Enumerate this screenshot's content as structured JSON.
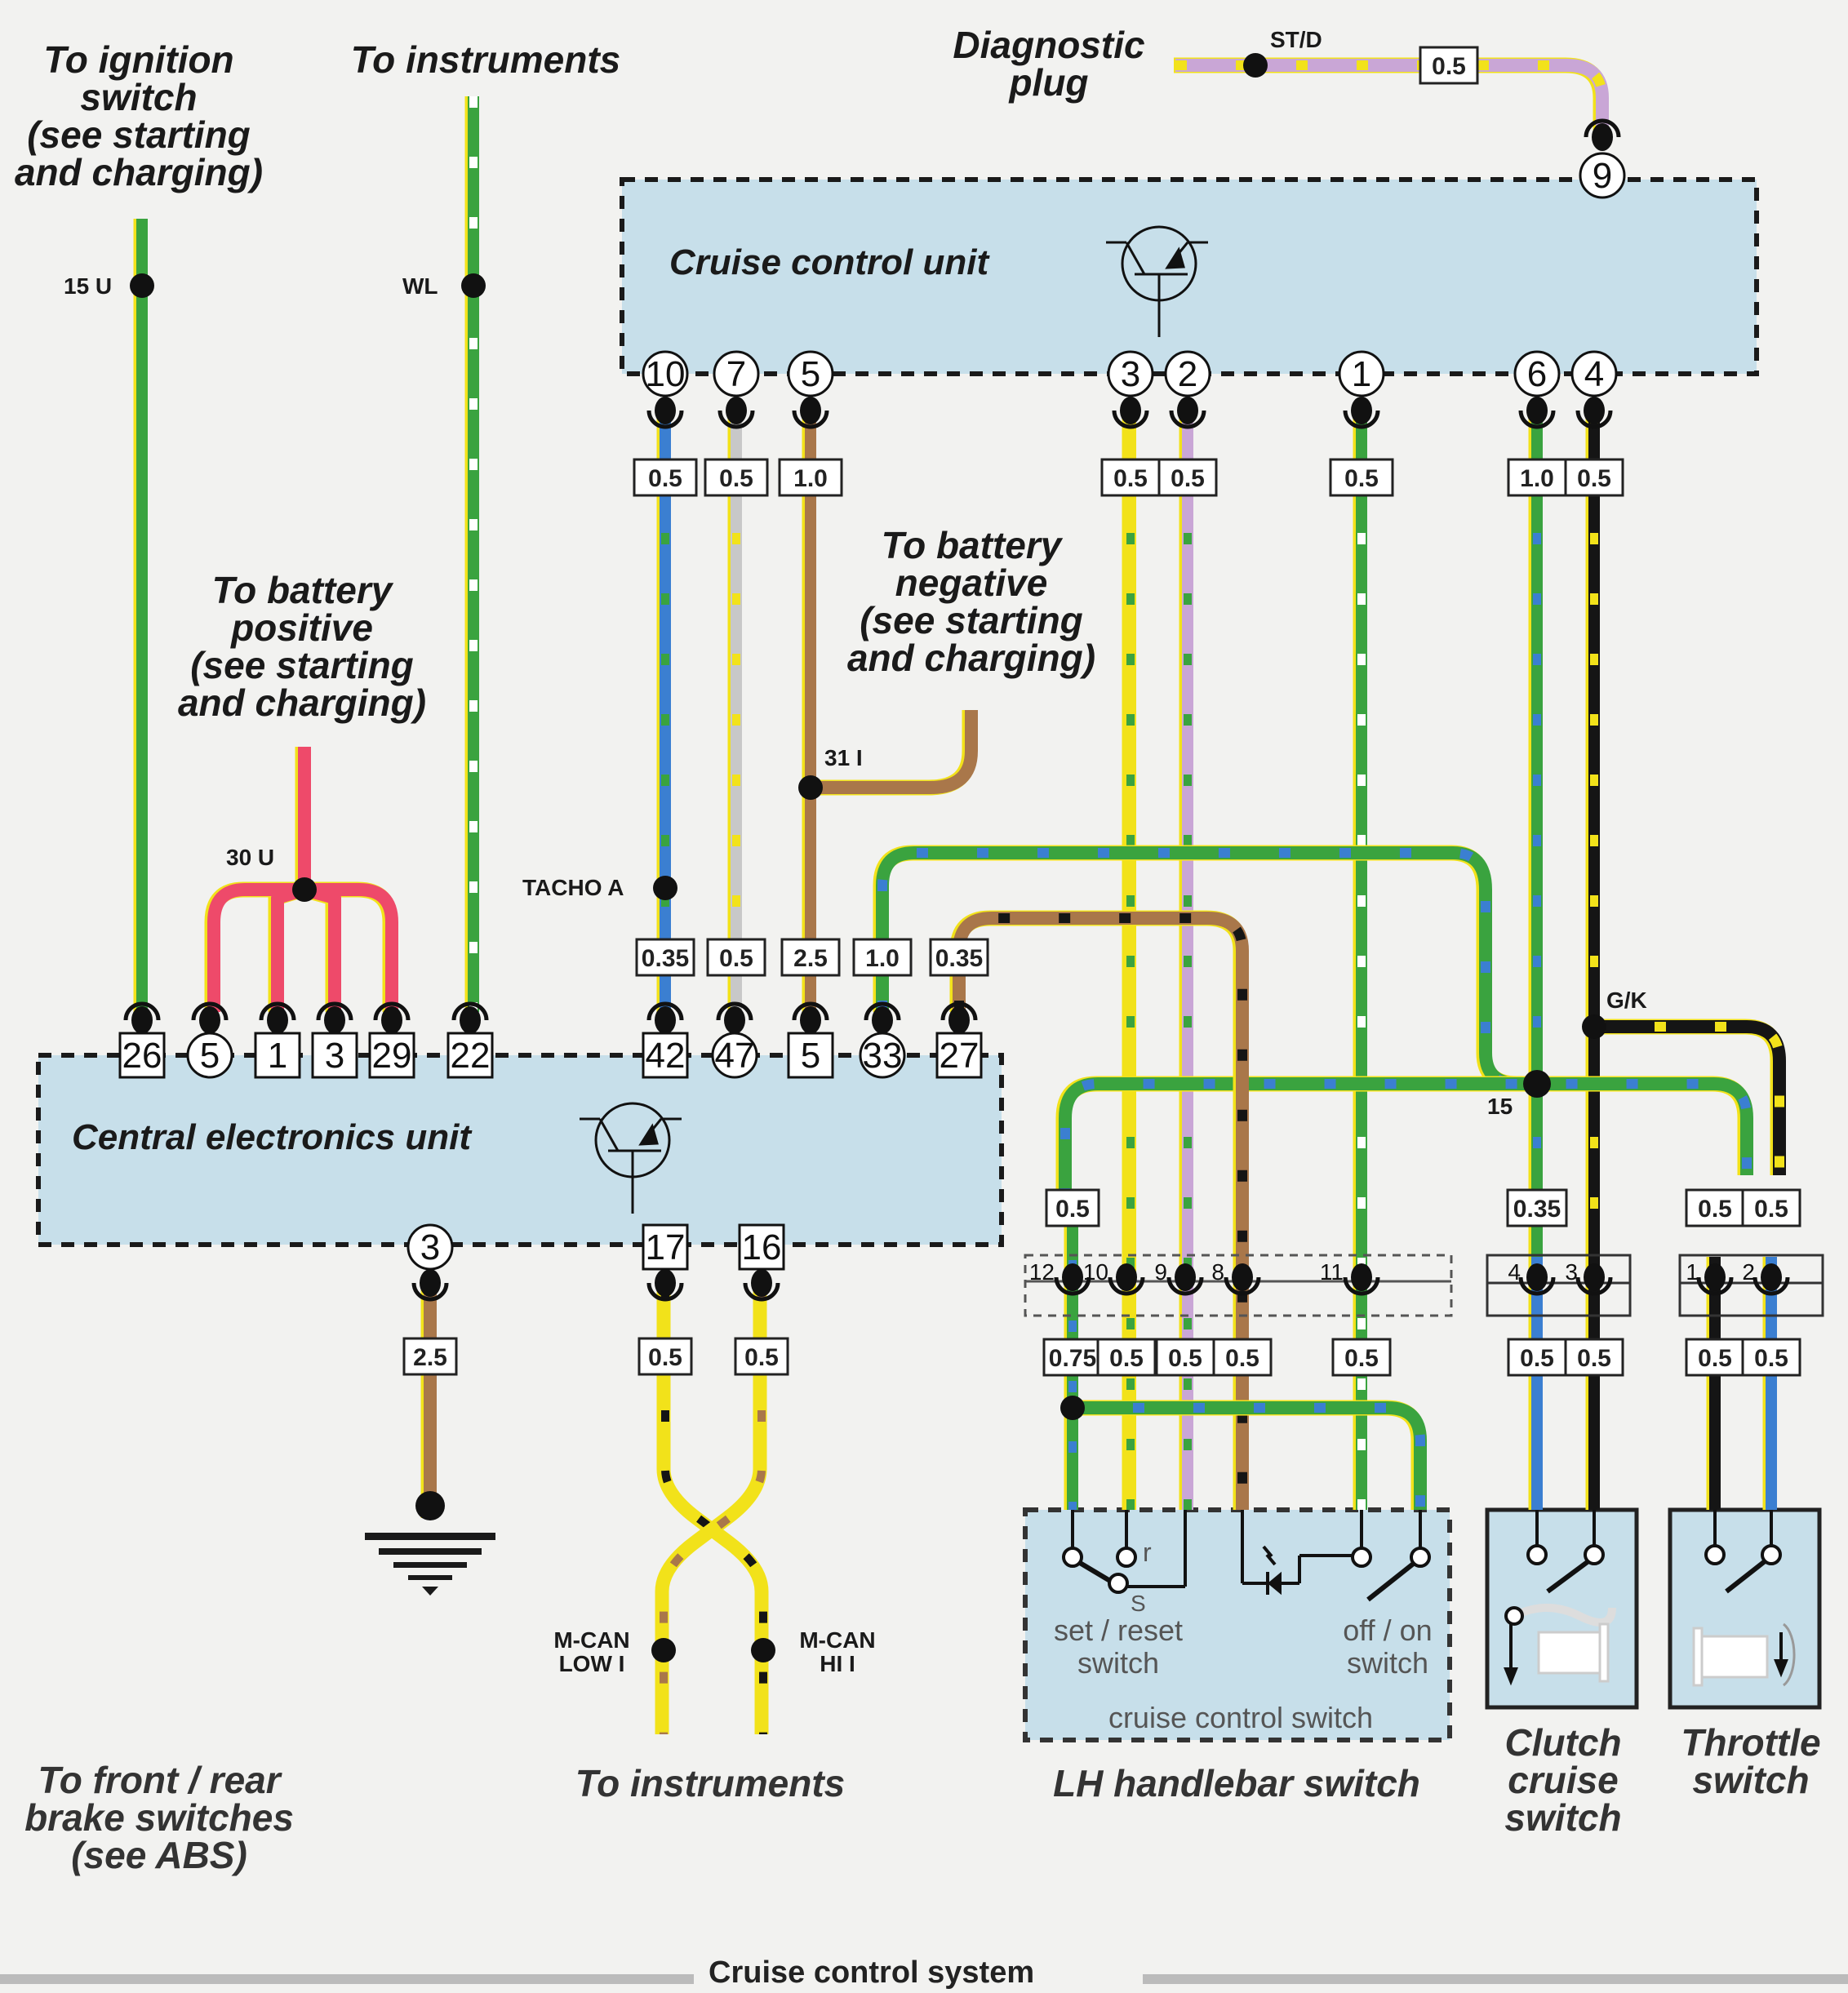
{
  "caption": "Cruise control system",
  "labels": {
    "to_ignition": [
      "To ignition",
      "switch",
      "(see starting",
      "and charging)"
    ],
    "to_instruments_top": "To instruments",
    "diagnostic_plug": [
      "Diagnostic",
      "plug"
    ],
    "to_battery_positive": [
      "To battery",
      "positive",
      "(see starting",
      "and charging)"
    ],
    "to_battery_negative": [
      "To battery",
      "negative",
      "(see starting",
      "and charging)"
    ],
    "to_brake_switches": [
      "To front / rear",
      "brake switches",
      "(see ABS)"
    ],
    "to_instruments_bottom": "To instruments",
    "lh_handlebar_switch": "LH handlebar switch",
    "clutch_cruise_switch": [
      "Clutch",
      "cruise",
      "switch"
    ],
    "throttle_switch": [
      "Throttle",
      "switch"
    ]
  },
  "units": {
    "cruise_control_unit": {
      "name": "Cruise control unit",
      "pins_top": [
        "9"
      ],
      "pins_bottom": [
        "10",
        "7",
        "5",
        "3",
        "2",
        "1",
        "6",
        "4"
      ]
    },
    "central_electronics_unit": {
      "name": "Central electronics unit",
      "pins_top": [
        "26",
        "5",
        "1",
        "3",
        "29",
        "22",
        "42",
        "47",
        "5",
        "33",
        "27"
      ],
      "pins_bottom": [
        "3",
        "17",
        "16"
      ]
    }
  },
  "splice_tags": {
    "u15": "15 U",
    "wl": "WL",
    "std": "ST/D",
    "u30": "30 U",
    "tacho": "TACHO A",
    "i31": "31 I",
    "gk": "G/K",
    "n15": "15",
    "mcan_low": [
      "M-CAN",
      "LOW I"
    ],
    "mcan_hi": [
      "M-CAN",
      "HI I"
    ]
  },
  "wire_sizes": {
    "diag": "0.5",
    "ccu_bottom": [
      "0.5",
      "0.5",
      "1.0",
      "0.5",
      "0.5",
      "0.5",
      "1.0",
      "0.5"
    ],
    "ceu_top": [
      "0.35",
      "0.5",
      "2.5",
      "1.0",
      "0.35"
    ],
    "ceu_bottom": [
      "2.5",
      "0.5",
      "0.5"
    ],
    "handlebar_upper": "0.5",
    "clutch_upper": "0.35",
    "throttle_upper": [
      "0.5",
      "0.5"
    ],
    "handlebar_lower": [
      "0.75",
      "0.5",
      "0.5",
      "0.5",
      "0.5"
    ],
    "clutch_lower": [
      "0.5",
      "0.5"
    ],
    "throttle_lower": [
      "0.5",
      "0.5"
    ]
  },
  "connector_pins": {
    "handlebar": [
      "12",
      "10",
      "9",
      "8",
      "11"
    ],
    "clutch": [
      "4",
      "3"
    ],
    "throttle": [
      "1",
      "2"
    ]
  },
  "switch_text": {
    "set_reset": [
      "set / reset",
      "switch"
    ],
    "off_on": [
      "off / on",
      "switch"
    ],
    "cruise_control_switch": "cruise control switch",
    "r": "r",
    "s": "S"
  },
  "colors": {
    "green": "#3aa33f",
    "yellow": "#f2e21a",
    "blue": "#3b7fd1",
    "red": "#ee4a6a",
    "brown": "#a9774a",
    "purple": "#c9a6d6",
    "grey": "#c8c8c8",
    "black": "#151515",
    "unit_fill": "#c7dfea"
  }
}
